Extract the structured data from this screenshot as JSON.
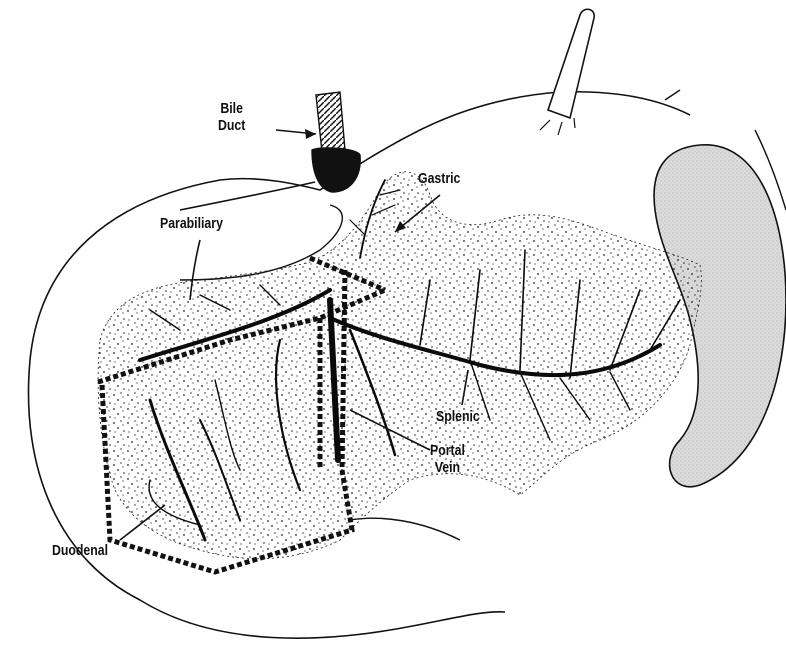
{
  "labels": {
    "bile_duct_line1": "Bile",
    "bile_duct_line2": "Duct",
    "gastric": "Gastric",
    "parabiliary": "Parabiliary",
    "splenic": "Splenic",
    "portal_vein_line1": "Portal",
    "portal_vein_line2": "Vein",
    "duodenal": "Duodenal"
  },
  "colors": {
    "ink": "#111111",
    "paper": "#ffffff",
    "spleen_fill": "#d6d6d6",
    "vessel": "#0a0a0a"
  }
}
